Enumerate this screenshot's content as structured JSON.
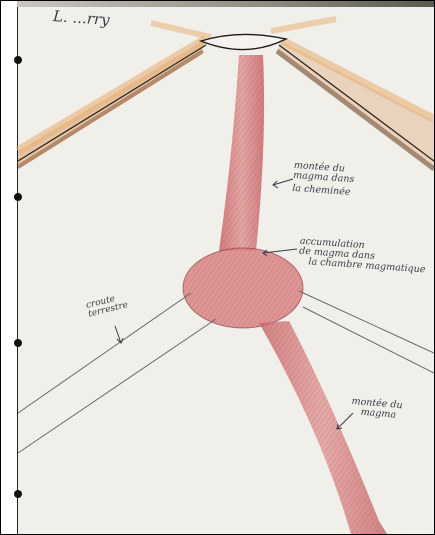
{
  "title": "L. ...rry",
  "labels": {
    "chimney_rise": [
      "montée du",
      "magma dans",
      "la cheminée"
    ],
    "chamber": [
      "accumulation",
      "de magma dans",
      "la chambre magmatique"
    ],
    "crust": [
      "croute",
      "terrestre"
    ],
    "magma_rise": [
      "montée du",
      "magma"
    ]
  },
  "colors": {
    "paper": "#f1efe9",
    "magma": "#d97f7f",
    "magma_dark": "#c05a5e",
    "slope_orange": "#e8b07a",
    "slope_brown": "#8a5a3a",
    "pencil": "#3c3a48"
  }
}
